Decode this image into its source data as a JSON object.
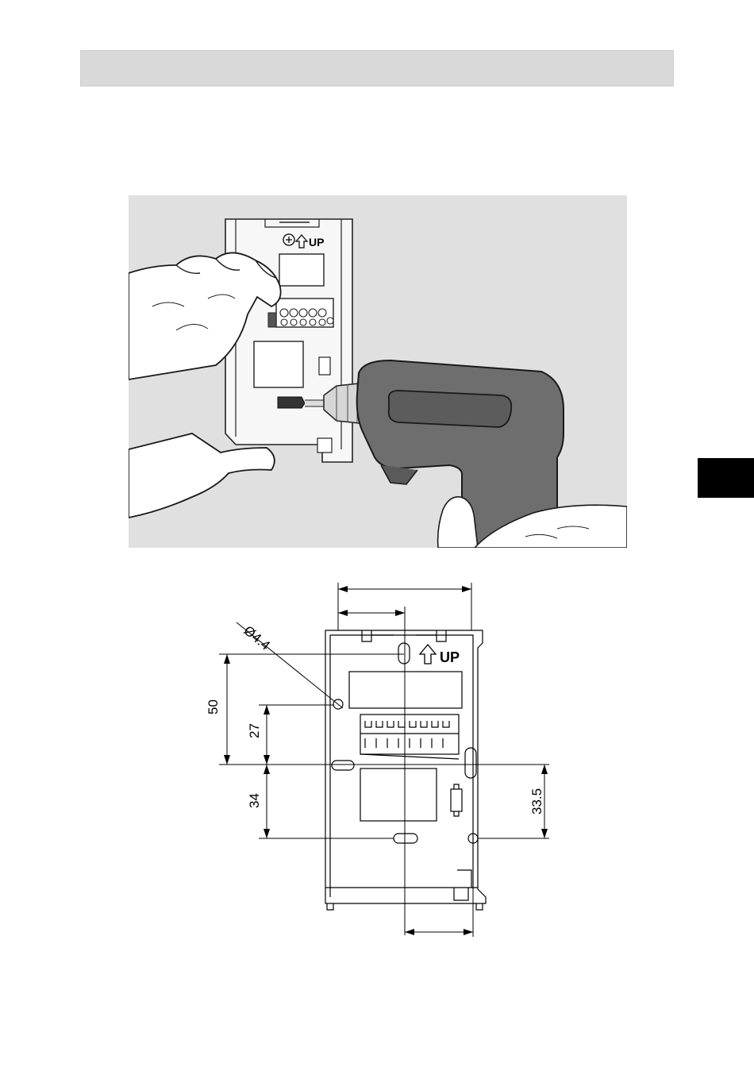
{
  "illustration": {
    "up_label": "UP"
  },
  "diagram": {
    "up_label": "UP",
    "dim_diameter": "Ø4.4",
    "dim_50": "50",
    "dim_27": "27",
    "dim_34": "34",
    "dim_33_5": "33.5"
  },
  "colors": {
    "header_bar": "#d9d9d9",
    "illustration_bg": "#e0e0e0",
    "drill_body": "#6e6e6e",
    "side_tab": "#000000"
  }
}
